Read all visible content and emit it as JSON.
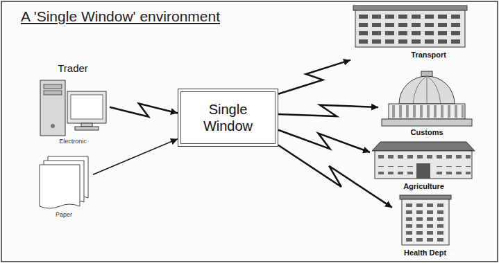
{
  "diagram": {
    "title": "A 'Single Window' environment",
    "nodes": [
      {
        "text": [
          "Trader",
          "Electronic"
        ]
      },
      {
        "text": [
          "Paper"
        ]
      },
      {
        "text": [
          "Single Window"
        ]
      },
      {
        "text": [
          "Transport"
        ]
      },
      {
        "text": [
          "Customs"
        ]
      },
      {
        "text": [
          "Agriculture"
        ]
      },
      {
        "text": [
          "Health Dept"
        ]
      }
    ],
    "edges": [
      {
        "from": 0,
        "to": 2,
        "arrow": "to"
      },
      {
        "from": 1,
        "to": 2,
        "arrow": "to"
      },
      {
        "from": 2,
        "to": 3,
        "arrow": "to"
      },
      {
        "from": 2,
        "to": 4,
        "arrow": "to"
      },
      {
        "from": 2,
        "to": 5,
        "arrow": "to"
      },
      {
        "from": 2,
        "to": 6,
        "arrow": "to"
      }
    ]
  }
}
